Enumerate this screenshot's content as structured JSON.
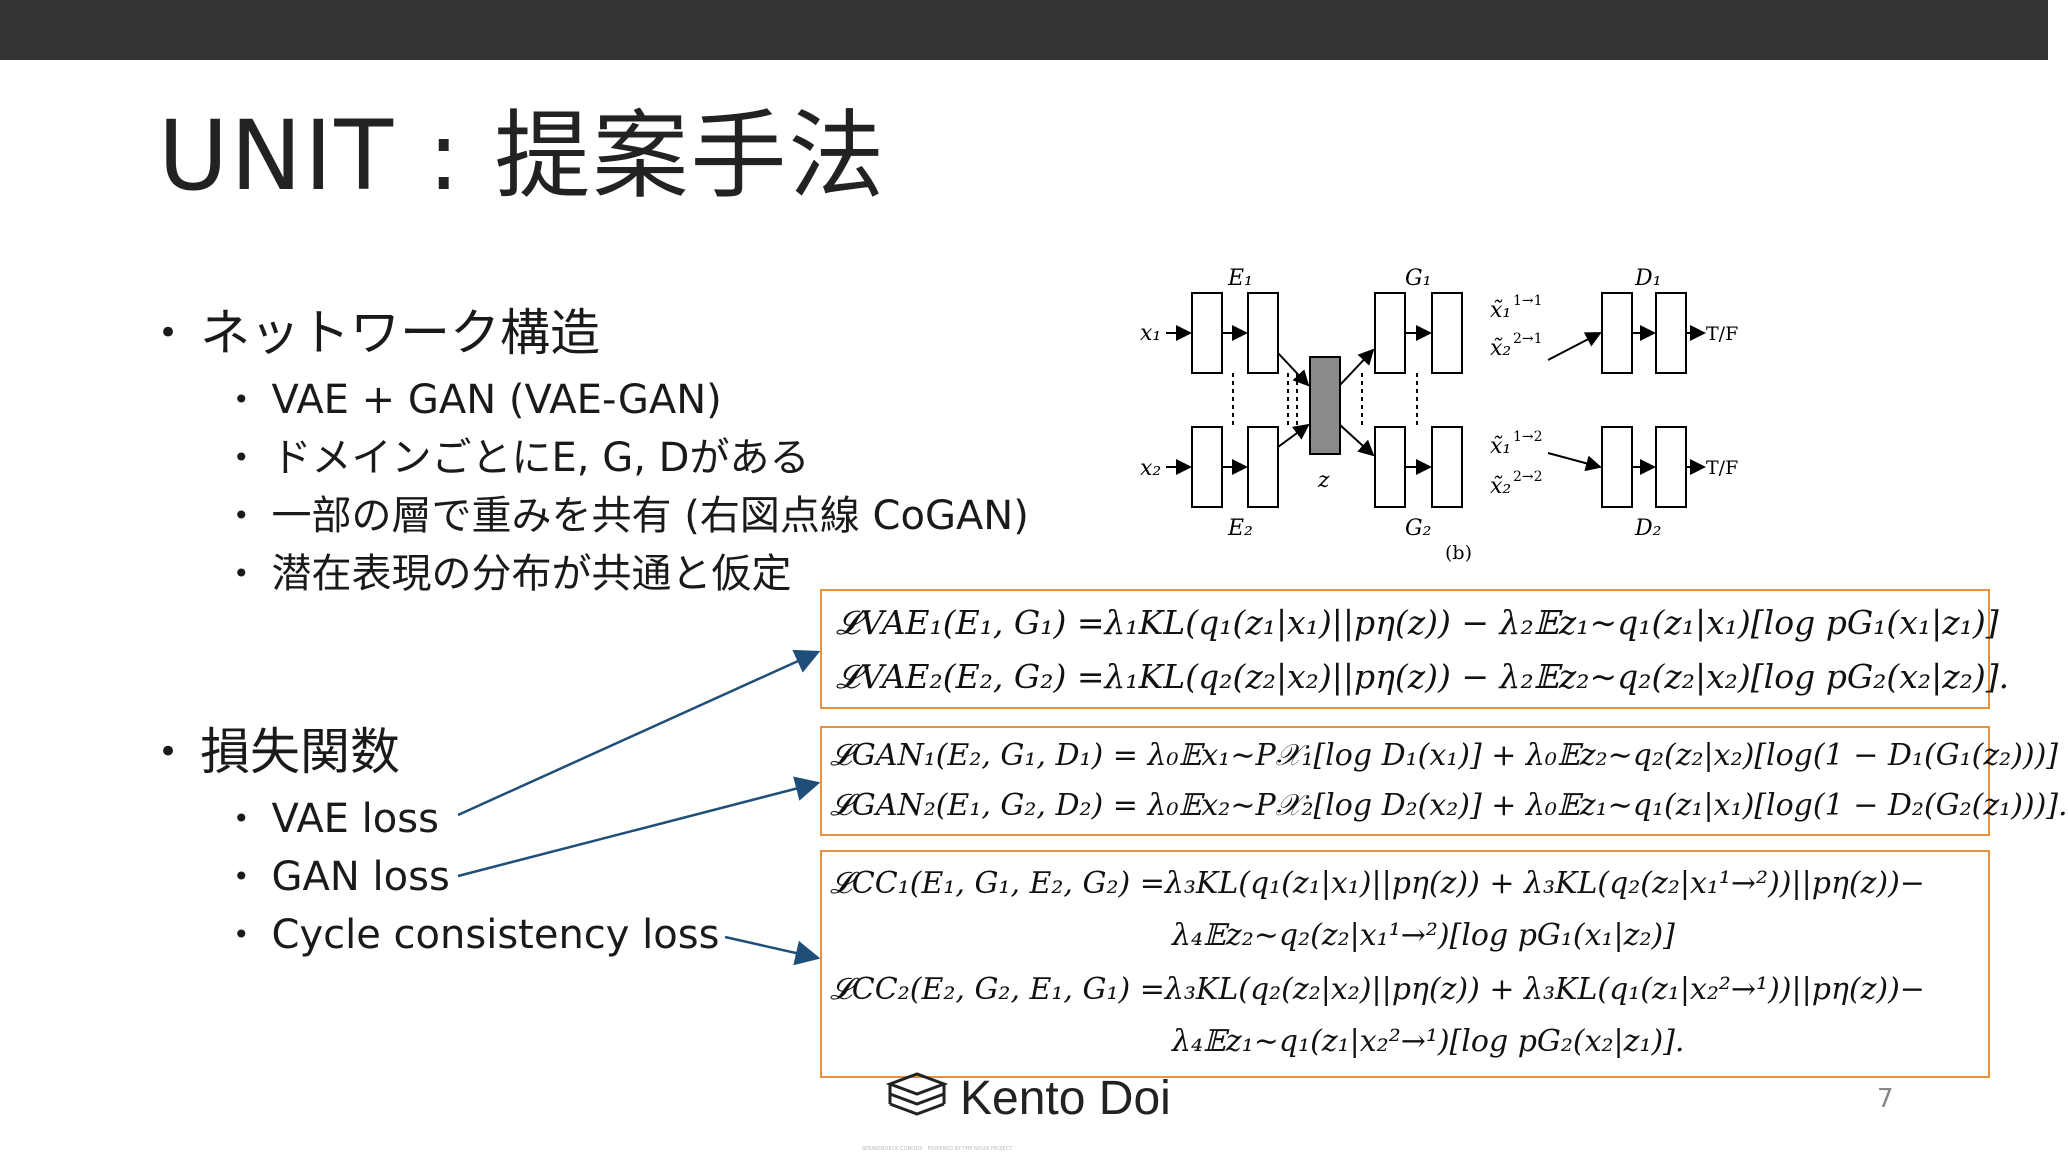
{
  "title": "UNIT : 提案手法",
  "section1": {
    "heading": "ネットワーク構造",
    "items": [
      "VAE + GAN (VAE-GAN)",
      "ドメインごとにE, G, Dがある",
      "一部の層で重みを共有 (右図点線 CoGAN)",
      "潜在表現の分布が共通と仮定"
    ]
  },
  "section2": {
    "heading": "損失関数",
    "items": [
      "VAE loss",
      "GAN loss",
      "Cycle consistency loss"
    ]
  },
  "figure": {
    "labels": {
      "e1": "E₁",
      "e2": "E₂",
      "g1": "G₁",
      "g2": "G₂",
      "d1": "D₁",
      "d2": "D₂",
      "x1": "x₁",
      "x2": "x₂",
      "z": "z",
      "tf1": "T/F",
      "tf2": "T/F",
      "caption": "(b)",
      "x11": "x̃₁",
      "x11sup": "1→1",
      "x21": "x̃₂",
      "x21sup": "2→1",
      "x12": "x̃₁",
      "x12sup": "1→2",
      "x22": "x̃₂",
      "x22sup": "2→2"
    }
  },
  "equations": {
    "vae1": "𝓛VAE₁(E₁, G₁) =λ₁KL(q₁(z₁|x₁)||pη(z)) − λ₂𝔼z₁∼q₁(z₁|x₁)[log pG₁(x₁|z₁)]",
    "vae2": "𝓛VAE₂(E₂, G₂) =λ₁KL(q₂(z₂|x₂)||pη(z)) − λ₂𝔼z₂∼q₂(z₂|x₂)[log pG₂(x₂|z₂)].",
    "gan1": "𝓛GAN₁(E₂, G₁, D₁) = λ₀𝔼x₁∼P𝒳₁[log D₁(x₁)] + λ₀𝔼z₂∼q₂(z₂|x₂)[log(1 − D₁(G₁(z₂)))]",
    "gan2": "𝓛GAN₂(E₁, G₂, D₂) = λ₀𝔼x₂∼P𝒳₂[log D₂(x₂)] + λ₀𝔼z₁∼q₁(z₁|x₁)[log(1 − D₂(G₂(z₁)))].",
    "cc1a": "𝓛CC₁(E₁, G₁, E₂, G₂) =λ₃KL(q₁(z₁|x₁)||pη(z)) + λ₃KL(q₂(z₂|x₁¹→²))||pη(z))−",
    "cc1b": "λ₄𝔼z₂∼q₂(z₂|x₁¹→²)[log pG₁(x₁|z₂)]",
    "cc2a": "𝓛CC₂(E₂, G₂, E₁, G₁) =λ₃KL(q₂(z₂|x₂)||pη(z)) + λ₃KL(q₁(z₁|x₂²→¹))||pη(z))−",
    "cc2b": "λ₄𝔼z₁∼q₁(z₁|x₂²→¹)[log pG₂(x₂|z₁)]."
  },
  "logo_text": "Kento Doi",
  "page_number": "7",
  "footer_small": "SPEAKERDECK.COM/DOI · POWERED BY THE NOUN PROJECT",
  "colors": {
    "topbar": "#333333",
    "box_border": "#e6913d",
    "arrow": "#1f4e79"
  }
}
